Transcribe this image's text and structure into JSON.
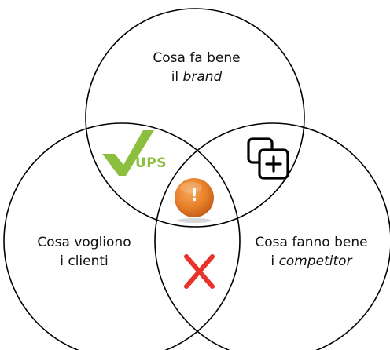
{
  "diagram": {
    "sets": [
      {
        "id": "brand",
        "label_line1": "Cosa fa bene",
        "label_line2_prefix": "il ",
        "label_line2_emph": "brand"
      },
      {
        "id": "clients",
        "label_line1": "Cosa vogliono",
        "label_line2": "i clienti"
      },
      {
        "id": "competitors",
        "label_line1": "Cosa fanno bene",
        "label_line2_prefix": "i ",
        "label_line2_emph": "competitor"
      }
    ],
    "icons": {
      "brand_clients": {
        "name": "checkmark-icon",
        "text": "UPS",
        "color": "#8cbf3f"
      },
      "brand_competitors": {
        "name": "add-copy-icon"
      },
      "center": {
        "name": "exclamation-icon",
        "text": "!",
        "color": "#e8822a"
      },
      "clients_competitors": {
        "name": "x-icon",
        "color": "#e8332a"
      }
    }
  }
}
